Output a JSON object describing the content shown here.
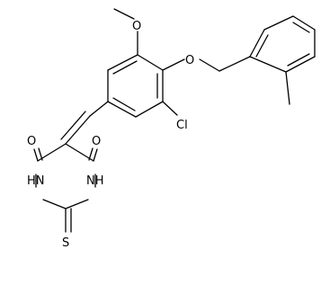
{
  "molecule": {
    "atom_labels": {
      "methoxy_o": "O",
      "ether_o": "O",
      "chloro": "Cl",
      "carbonyl_o_left": "O",
      "carbonyl_o_right": "O",
      "nh_left": "HN",
      "nh_right": "NH",
      "thione_s": "S"
    }
  }
}
